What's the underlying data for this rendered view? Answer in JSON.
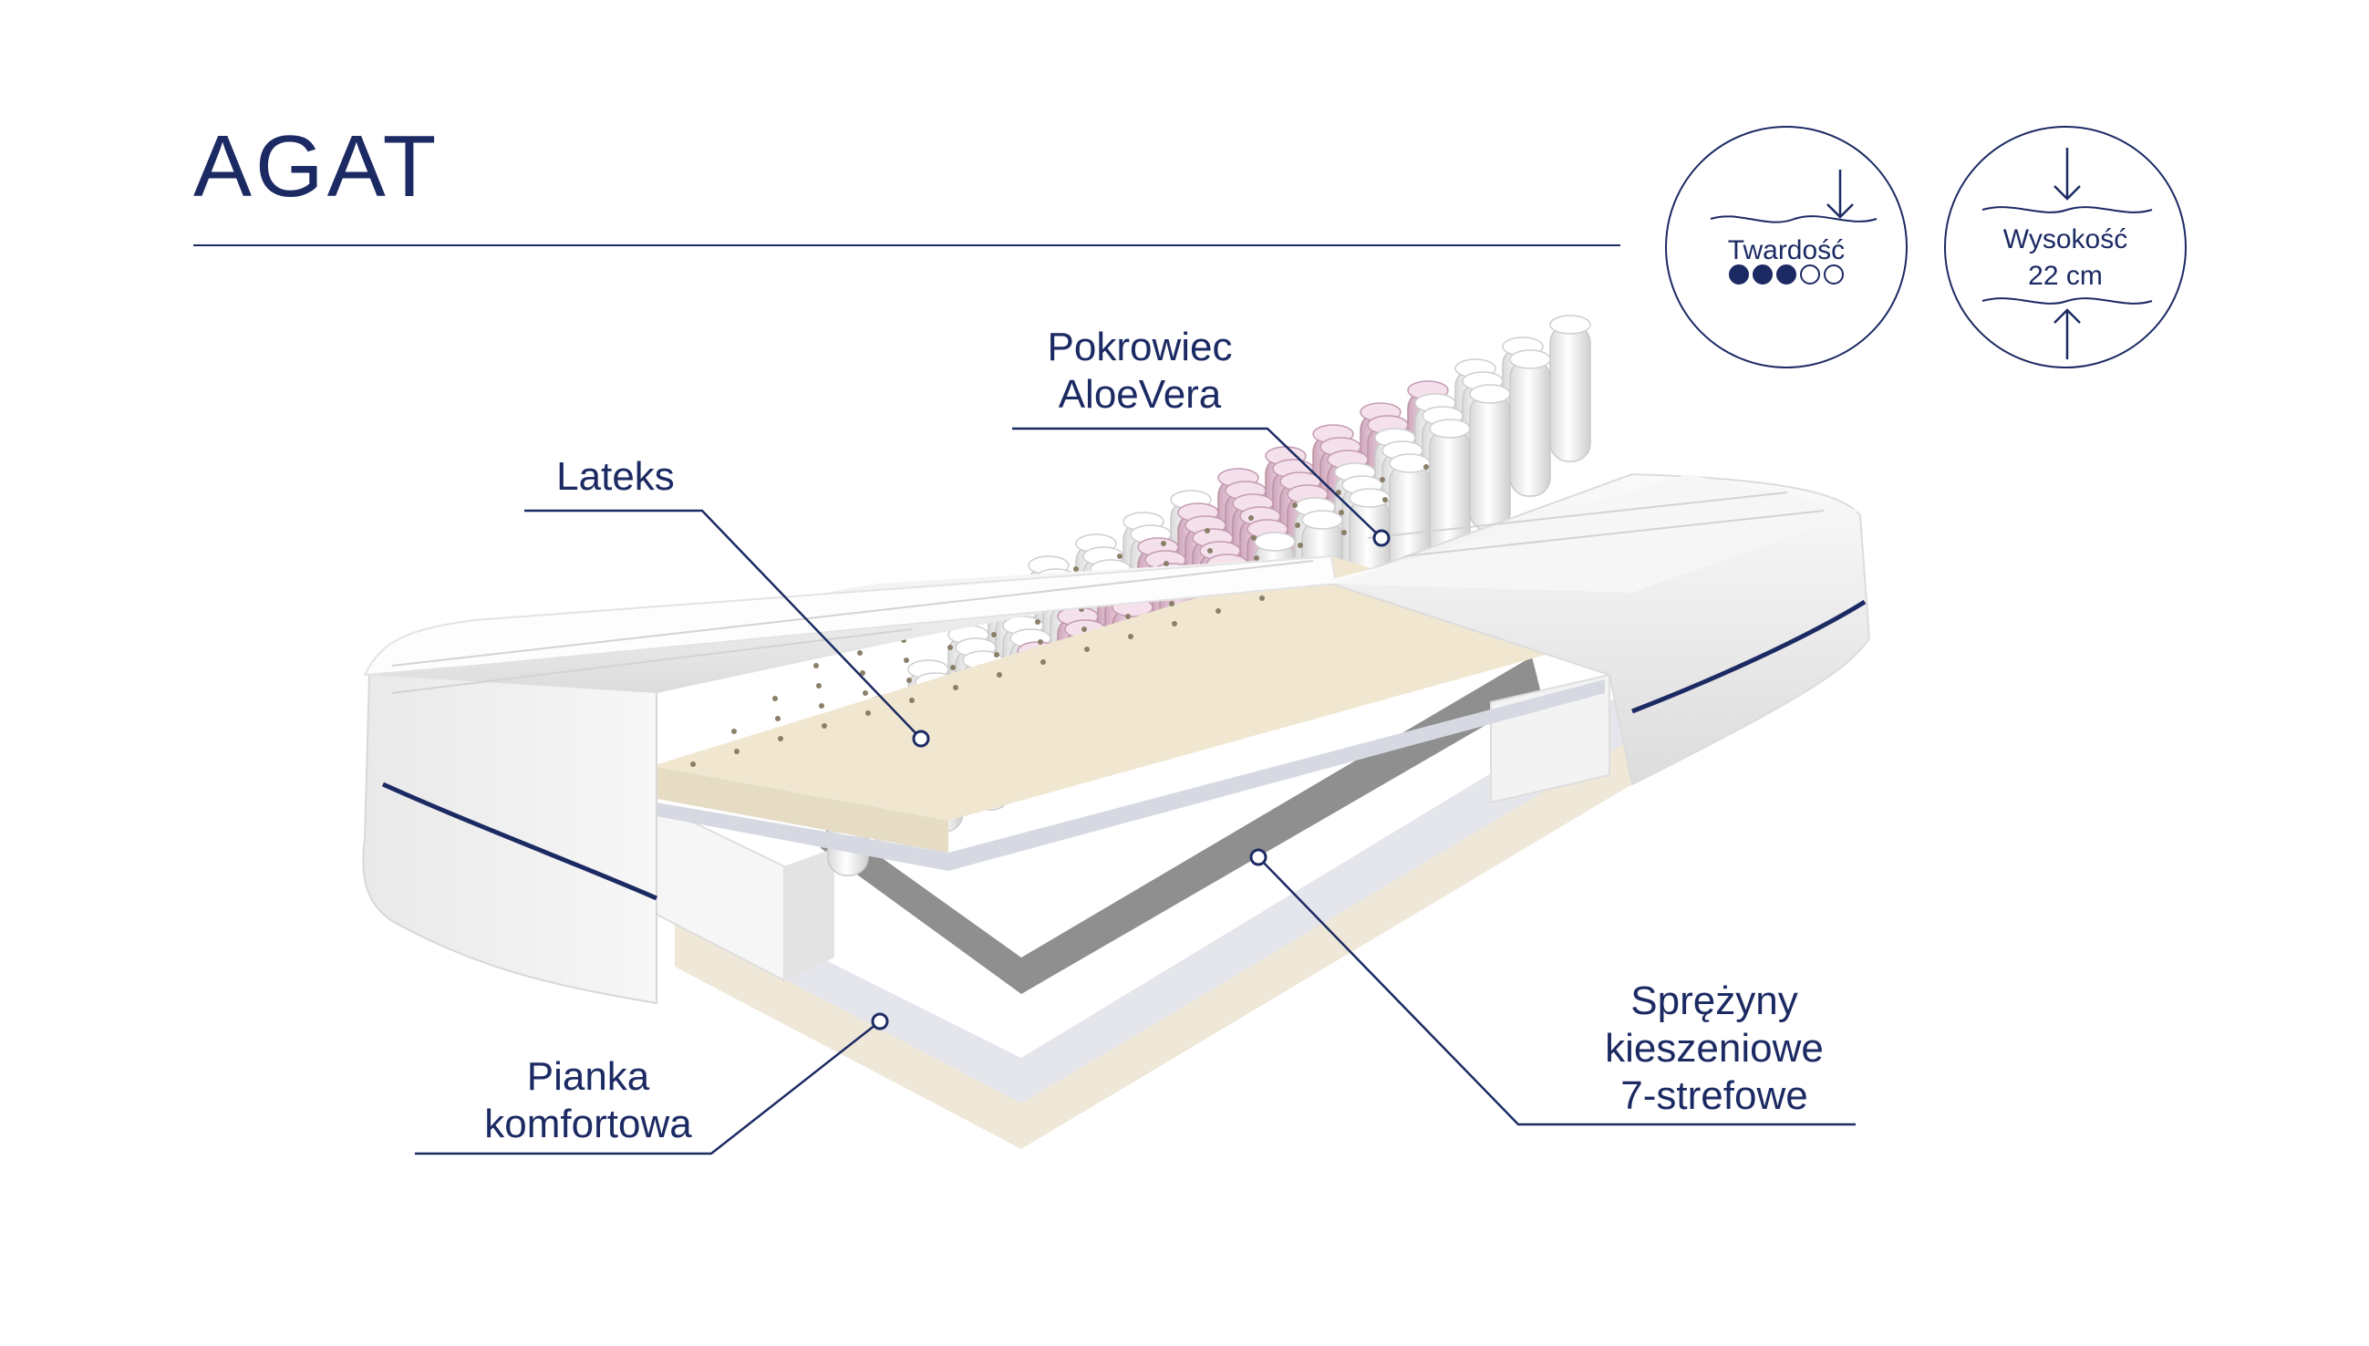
{
  "title": "AGAT",
  "badges": {
    "firmness": {
      "label": "Twardość",
      "level": 3,
      "max": 5
    },
    "height": {
      "label": "Wysokość",
      "value": "22 cm"
    }
  },
  "labels": {
    "cover": {
      "line1": "Pokrowiec",
      "line2": "AloeVera"
    },
    "latex": "Lateks",
    "foam": {
      "line1": "Pianka",
      "line2": "komfortowa"
    },
    "springs": {
      "line1": "Sprężyny",
      "line2": "kieszeniowe",
      "line3": "7-strefowe"
    }
  },
  "colors": {
    "accent": "#1c2a63",
    "latex": "#f3ecdc",
    "spring_white": "#f4f4f4",
    "spring_pink": "#e8c9dc",
    "cover": "#f2f2f2"
  }
}
